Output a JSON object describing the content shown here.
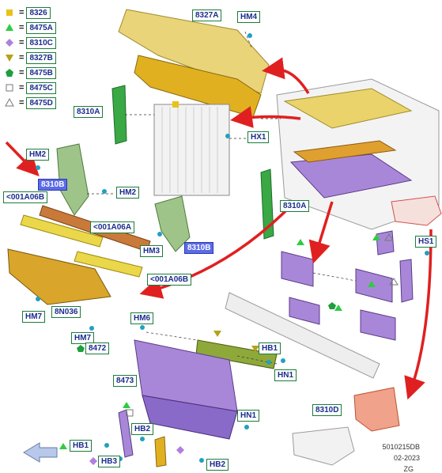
{
  "legend": [
    {
      "symbol": "square",
      "color": "#e8c21a",
      "code": "8326"
    },
    {
      "symbol": "triangle",
      "color": "#2ecc40",
      "code": "8475A"
    },
    {
      "symbol": "diamond",
      "color": "#b07ee0",
      "code": "8310C"
    },
    {
      "symbol": "triangle-down",
      "color": "#b5a21a",
      "code": "8327B"
    },
    {
      "symbol": "pentagon",
      "color": "#1e9e3e",
      "code": "8475B"
    },
    {
      "symbol": "square-outline",
      "color": "#777777",
      "code": "8475C"
    },
    {
      "symbol": "triangle-outline",
      "color": "#777777",
      "code": "8475D"
    }
  ],
  "labels": {
    "l8327A": "8327A",
    "hm4": "HM4",
    "l8310A_1": "8310A",
    "hx1": "HX1",
    "hm2a": "HM2",
    "l8310B_1": "8310B",
    "hm2b": "HM2",
    "c001a06b_1": "<001A06B",
    "c001a06a": "<001A06A",
    "l8310A_2": "8310A",
    "hm3": "HM3",
    "l8310B_2": "8310B",
    "c001a06b_2": "<001A06B",
    "hs1": "HS1",
    "hm7a": "HM7",
    "l8n036": "8N036",
    "hm6": "HM6",
    "hm7b": "HM7",
    "l8472": "8472",
    "hb1a": "HB1",
    "hn1a": "HN1",
    "l8473": "8473",
    "l8310D": "8310D",
    "hn1b": "HN1",
    "hb2a": "HB2",
    "hb1b": "HB1",
    "hb3": "HB3",
    "hb2b": "HB2"
  },
  "doc": {
    "number": "5010215DB",
    "date": "02-2023",
    "author": "ZG"
  }
}
